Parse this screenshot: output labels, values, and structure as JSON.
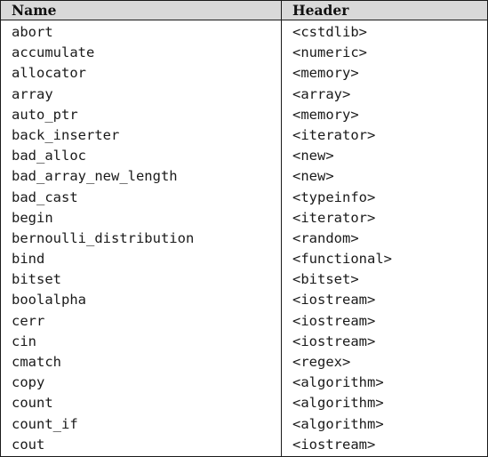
{
  "table": {
    "columns": [
      "Name",
      "Header"
    ],
    "rows": [
      {
        "name": "abort",
        "header": "<cstdlib>"
      },
      {
        "name": "accumulate",
        "header": "<numeric>"
      },
      {
        "name": "allocator",
        "header": "<memory>"
      },
      {
        "name": "array",
        "header": "<array>"
      },
      {
        "name": "auto_ptr",
        "header": "<memory>"
      },
      {
        "name": "back_inserter",
        "header": "<iterator>"
      },
      {
        "name": "bad_alloc",
        "header": "<new>"
      },
      {
        "name": "bad_array_new_length",
        "header": "<new>"
      },
      {
        "name": "bad_cast",
        "header": "<typeinfo>"
      },
      {
        "name": "begin",
        "header": "<iterator>"
      },
      {
        "name": "bernoulli_distribution",
        "header": "<random>"
      },
      {
        "name": "bind",
        "header": "<functional>"
      },
      {
        "name": "bitset",
        "header": "<bitset>"
      },
      {
        "name": "boolalpha",
        "header": "<iostream>"
      },
      {
        "name": "cerr",
        "header": "<iostream>"
      },
      {
        "name": "cin",
        "header": "<iostream>"
      },
      {
        "name": "cmatch",
        "header": "<regex>"
      },
      {
        "name": "copy",
        "header": "<algorithm>"
      },
      {
        "name": "count",
        "header": "<algorithm>"
      },
      {
        "name": "count_if",
        "header": "<algorithm>"
      },
      {
        "name": "cout",
        "header": "<iostream>"
      }
    ]
  }
}
